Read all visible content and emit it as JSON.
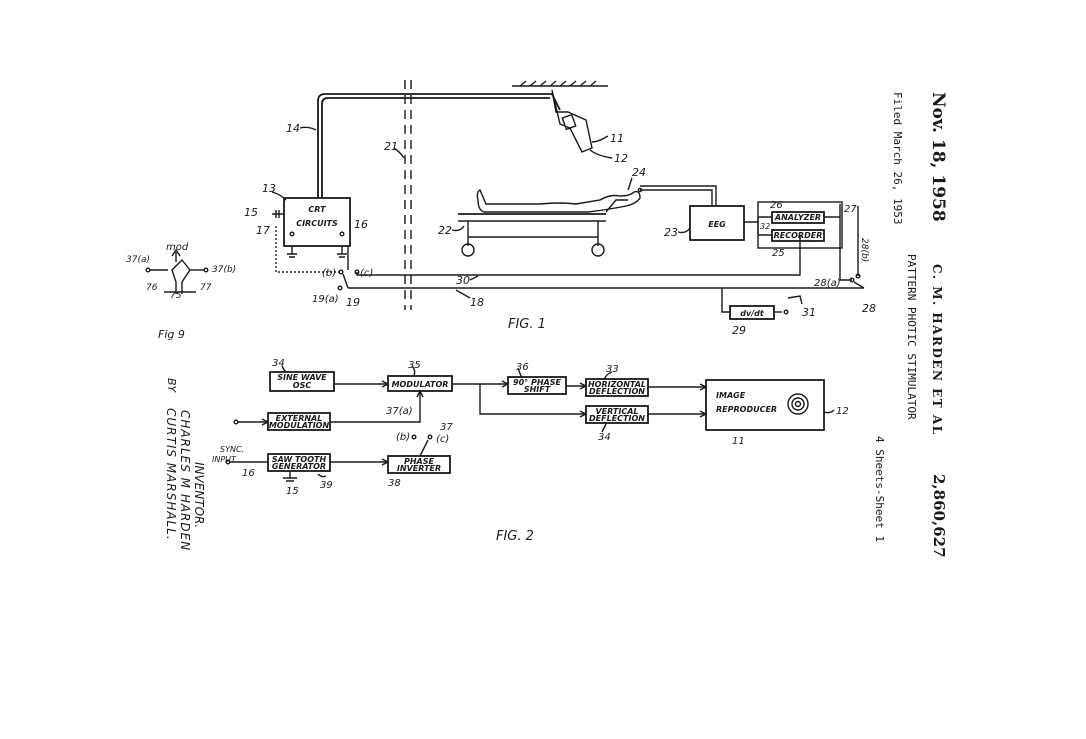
{
  "header": {
    "date": "Nov. 18, 1958",
    "filed": "Filed March 26, 1953",
    "inventors": "C. M. HARDEN ET AL",
    "title": "PATTERN PHOTIC STIMULATOR",
    "patent_number": "2,860,627",
    "sheet": "4 Sheets-Sheet 1"
  },
  "signature": {
    "inventor_label": "INVENTOR.",
    "inventor_1": "CHARLES M HARDEN",
    "by_label": "BY",
    "inventor_2": "CURTIS MARSHALL."
  },
  "fig1": {
    "caption": "FIG. 1",
    "crt_line1": "CRT",
    "crt_line2": "CIRCUITS",
    "eeg": "EEG",
    "analyzer": "ANALYZER",
    "recorder": "RECORDER",
    "dvdt": "dv/dt",
    "labels": {
      "n14": "14",
      "n11": "11",
      "n12": "12",
      "n21": "21",
      "n24": "24",
      "n13": "13",
      "n15": "15",
      "n17": "17",
      "n16": "16",
      "n22": "22",
      "n23": "23",
      "n26": "26",
      "n27": "27",
      "n32": "32",
      "n25": "25",
      "n28b": "28(b)",
      "n28a": "28(a)",
      "n28": "28",
      "n30": "30",
      "n19a": "19(a)",
      "n19": "19",
      "n18": "18",
      "n29": "29",
      "n31": "31",
      "sb": "(b)",
      "sc": "(c)"
    }
  },
  "fig9": {
    "caption": "Fig 9",
    "mod": "mod",
    "n37a": "37(a)",
    "n37b": "37(b)",
    "n76": "76",
    "n75": "75",
    "n77": "77"
  },
  "fig2": {
    "caption": "FIG. 2",
    "sine_wave_1": "SINE WAVE",
    "sine_wave_2": "OSC",
    "modulator": "MODULATOR",
    "phase_shift_1": "90° PHASE",
    "phase_shift_2": "SHIFT",
    "horizontal_1": "HORIZONTAL",
    "horizontal_2": "DEFLECTION",
    "vertical_1": "VERTICAL",
    "vertical_2": "DEFLECTION",
    "image_1": "IMAGE",
    "image_2": "REPRODUCER",
    "external_1": "EXTERNAL",
    "external_2": "MODULATION",
    "saw_1": "SAW TOOTH",
    "saw_2": "GENERATOR",
    "phase_inv_1": "PHASE",
    "phase_inv_2": "INVERTER",
    "sync_1": "SYNC.",
    "sync_2": "INPUT",
    "labels": {
      "n34": "34",
      "n35": "35",
      "n36": "36",
      "n33": "33",
      "n12": "12",
      "n34b": "34",
      "n11": "11",
      "n37a": "37(a)",
      "n37": "37",
      "sb": "(b)",
      "sc": "(c)",
      "n16": "16",
      "n15": "15",
      "n39": "39",
      "n38": "38"
    }
  }
}
